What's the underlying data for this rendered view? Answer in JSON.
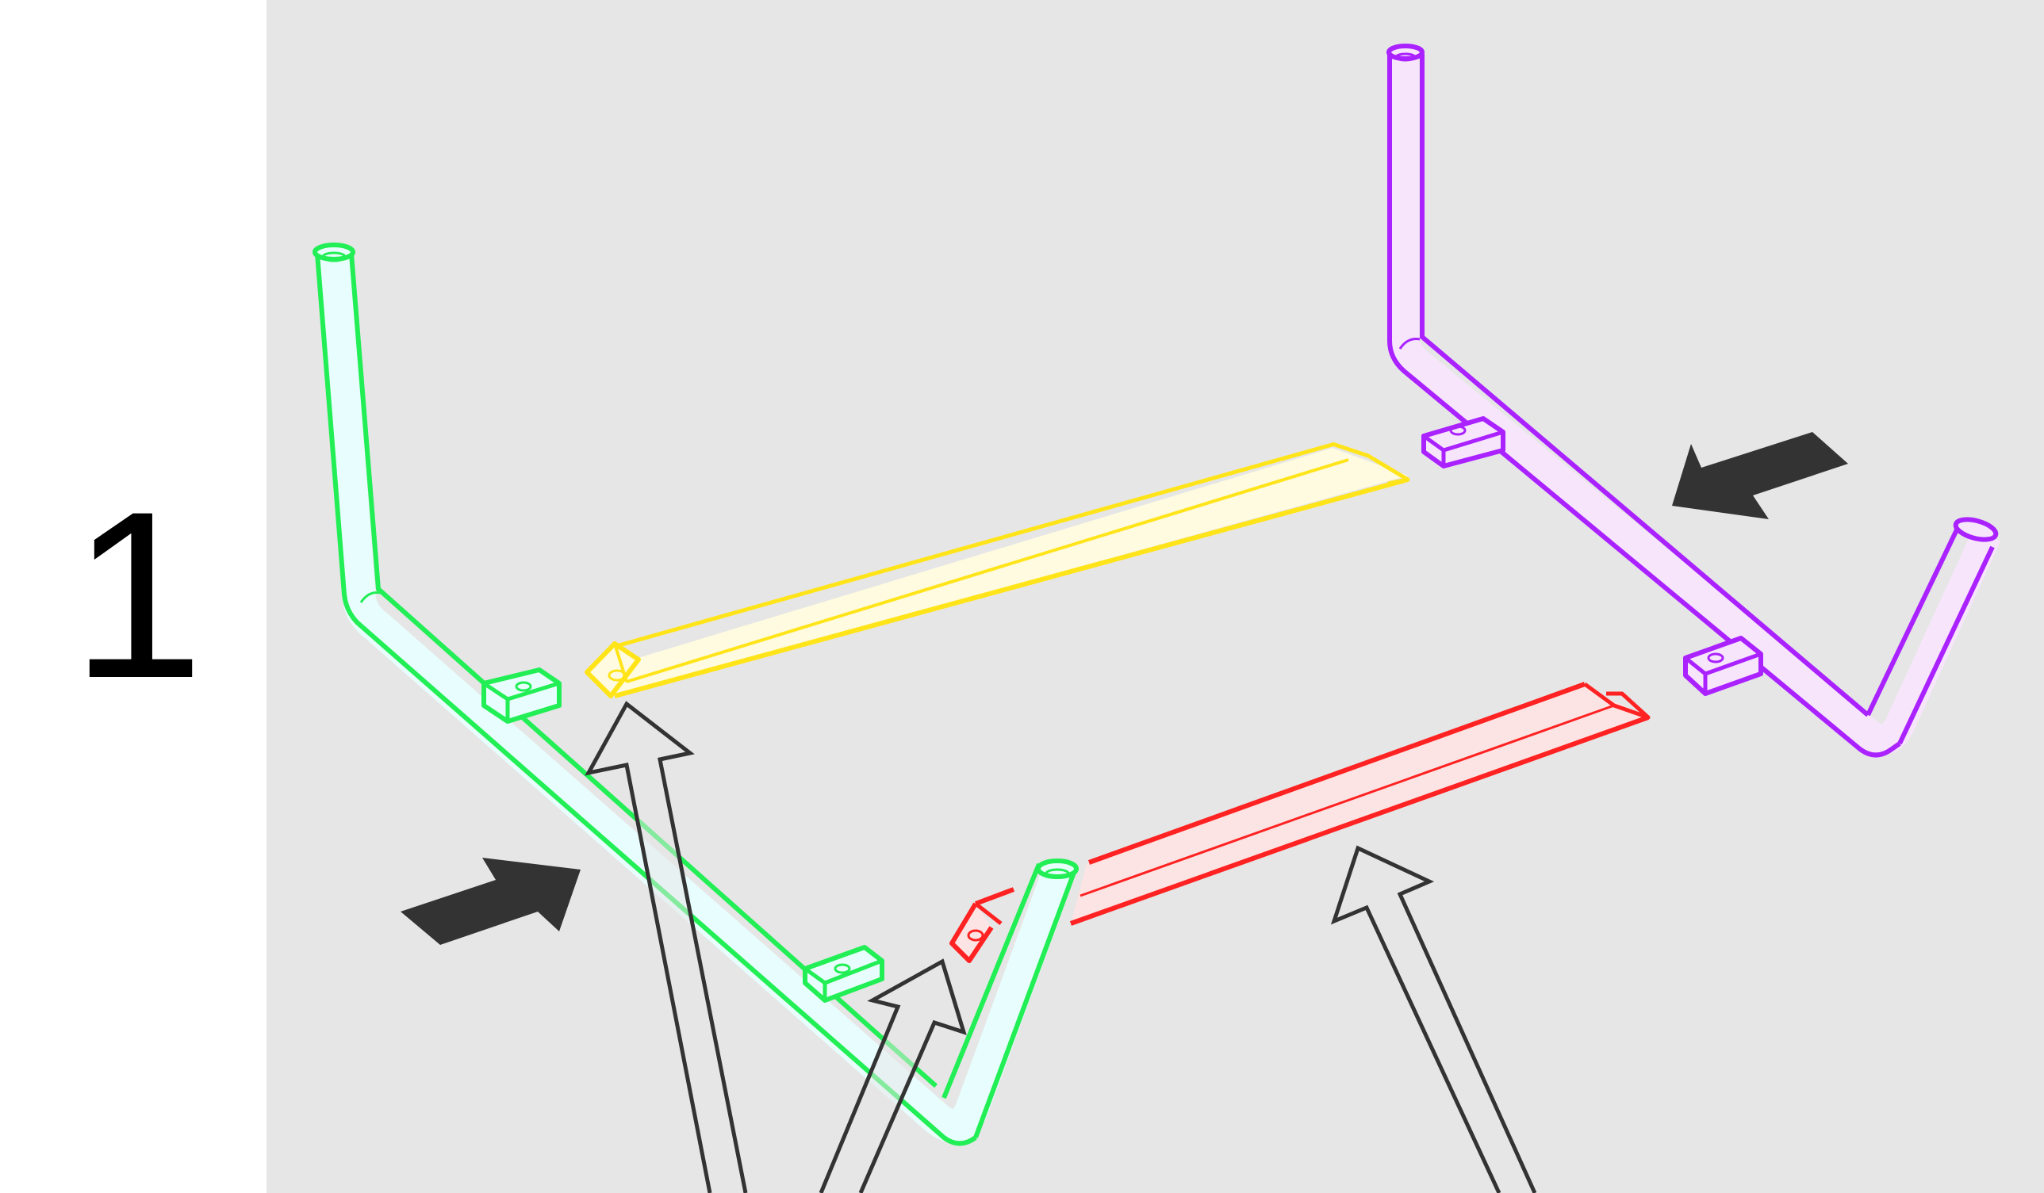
{
  "step": {
    "number": "1"
  },
  "colors": {
    "background": "#e6e6e6",
    "panel": "#ffffff",
    "left_frame": "#22ee55",
    "right_frame": "#aa22ff",
    "back_rail": "#ffe419",
    "front_rail": "#ff2222",
    "push_arrow": "#333333",
    "insert_arrow_outline": "#333333"
  },
  "parts": [
    {
      "name": "left-leg-frame",
      "color": "green"
    },
    {
      "name": "right-leg-frame",
      "color": "purple"
    },
    {
      "name": "back-rail",
      "color": "yellow"
    },
    {
      "name": "front-rail",
      "color": "red"
    }
  ],
  "arrows": [
    {
      "type": "push",
      "direction": "toward-center",
      "icon": "solid-arrow-icon"
    },
    {
      "type": "push",
      "direction": "toward-center",
      "icon": "solid-arrow-icon"
    },
    {
      "type": "insert",
      "direction": "up",
      "icon": "outline-arrow-icon"
    },
    {
      "type": "insert",
      "direction": "up",
      "icon": "outline-arrow-icon"
    },
    {
      "type": "insert",
      "direction": "up",
      "icon": "outline-arrow-icon"
    }
  ]
}
